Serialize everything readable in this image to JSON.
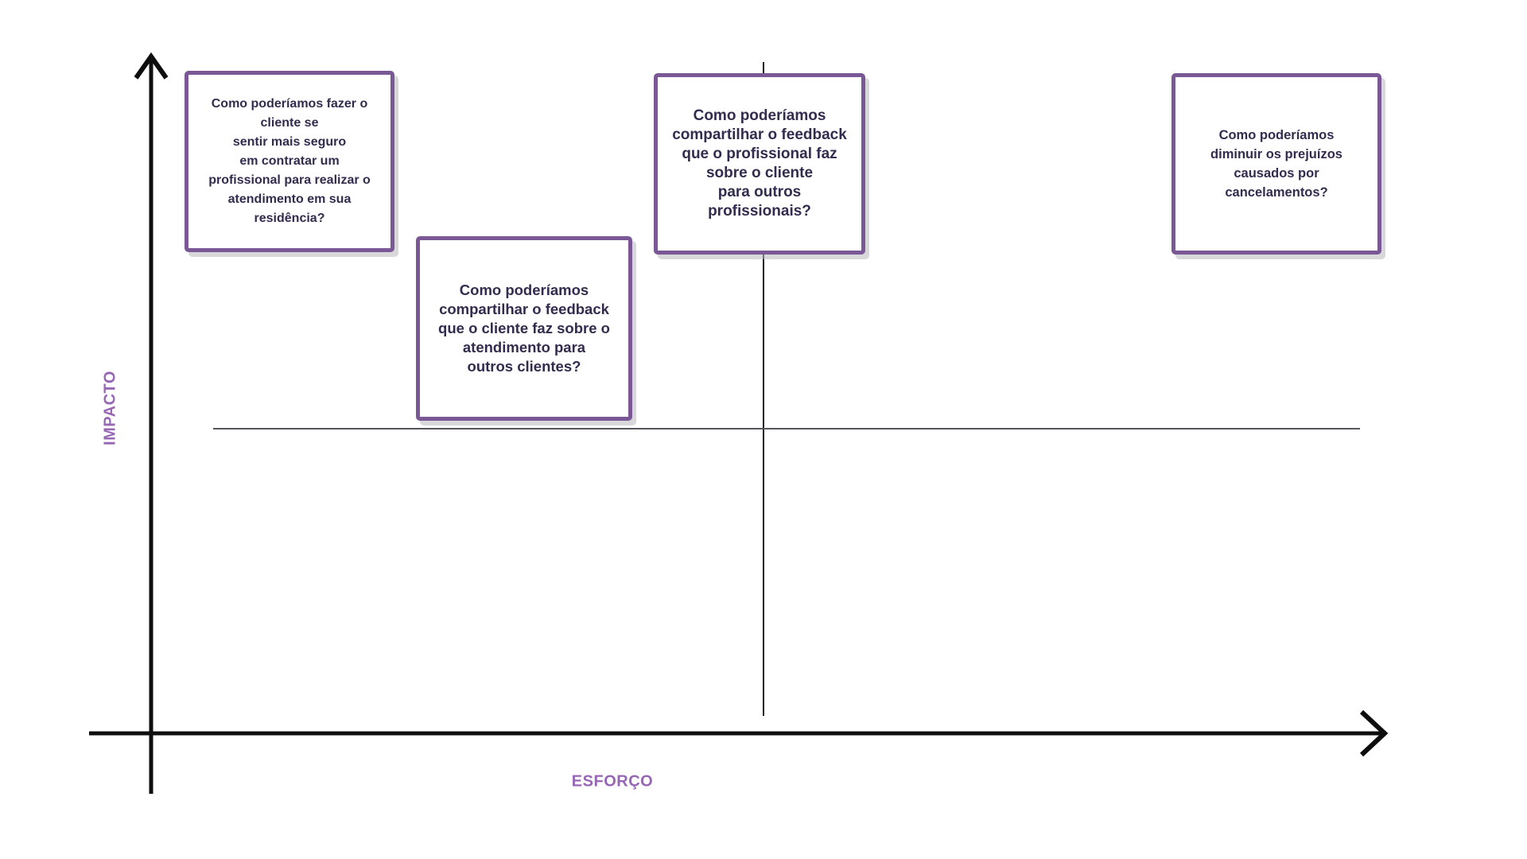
{
  "axes": {
    "y_label": "IMPACTO",
    "x_label": "ESFORÇO"
  },
  "colors": {
    "axis": "#0e0e0e",
    "divider_vertical": "#1a1a1a",
    "divider_horizontal": "#55555e",
    "card_border": "#7a5795",
    "card_text": "#332c4f",
    "axis_label": "#9766b4",
    "card_shadow": "#b8b8be"
  },
  "cards": [
    {
      "id": "note-1",
      "text": "Como poderíamos fazer o\ncliente se\nsentir mais seguro\nem contratar um\nprofissional para realizar o\natendimento em sua\nresidência?",
      "impact": "high",
      "effort": "low"
    },
    {
      "id": "note-2",
      "text": "Como poderíamos\ncompartilhar o feedback\nque o cliente faz sobre o\natendimento para\noutros clientes?",
      "impact": "high",
      "effort": "low"
    },
    {
      "id": "note-3",
      "text": "Como poderíamos\ncompartilhar o feedback\nque o profissional faz\nsobre o cliente\npara outros\nprofissionais?",
      "impact": "high",
      "effort": "high"
    },
    {
      "id": "note-4",
      "text": "Como poderíamos\ndiminuir os prejuízos\ncausados por\ncancelamentos?",
      "impact": "high",
      "effort": "high"
    }
  ]
}
